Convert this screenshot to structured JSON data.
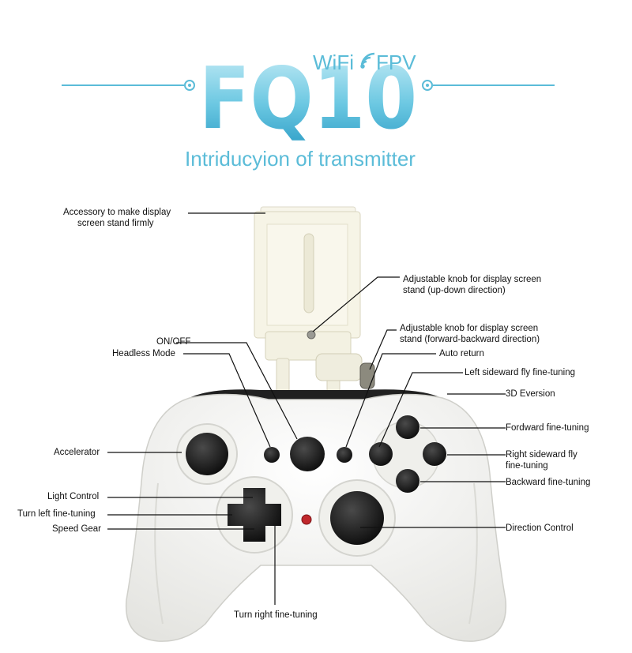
{
  "header": {
    "model": "FQ10",
    "wifi_text": "WiFi",
    "fpv_text": "FPV",
    "subtitle": "Intriducyion of transmitter",
    "accent_color": "#5bbcd8"
  },
  "labels": {
    "accessory": [
      "Accessory to make display",
      "screen stand firmly"
    ],
    "knob_updown": [
      "Adjustable knob for display screen",
      "stand (up-down direction)"
    ],
    "knob_fwdback": [
      "Adjustable knob for display screen",
      "stand (forward-backward direction)"
    ],
    "on_off": "ON/OFF",
    "headless": "Headless Mode",
    "auto_return": "Auto return",
    "left_sideward": "Left sideward fly fine-tuning",
    "eversion_3d": "3D Eversion",
    "forward_ft": "Fordward fine-tuning",
    "accelerator": "Accelerator",
    "right_sideward": [
      "Right sideward fly",
      "fine-tuning"
    ],
    "backward_ft": "Backward fine-tuning",
    "light_control": "Light Control",
    "turn_left": "Turn left fine-tuning",
    "speed_gear": "Speed Gear",
    "direction_control": "Direction Control",
    "turn_right": "Turn right fine-tuning"
  },
  "device_colors": {
    "body": "#f4f4f2",
    "shadow": "#d6d6d2",
    "button": "#1a1a1a",
    "led": "#c0282c"
  }
}
